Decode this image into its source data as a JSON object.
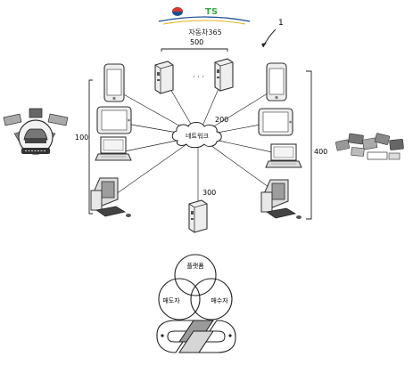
{
  "logo": {
    "caption": "자동차365"
  },
  "labels": {
    "figure_ref": "1",
    "sellers_group": "500",
    "ellipsis": "· · ·",
    "network_ref": "200",
    "network_text": "네트워크",
    "users_group": "100",
    "buyers_group": "400",
    "server_ref": "300"
  },
  "venn": {
    "top": "플랫폼",
    "left": "매도자",
    "right": "매수자"
  },
  "colors": {
    "line": "#222222",
    "stroke": "#333333",
    "fill_light": "#f2f2f2",
    "fill_mid": "#d6d6d6",
    "fill_dark": "#9a9a9a",
    "logo_blue": "#1d4f91",
    "logo_green": "#39a349",
    "logo_yellow": "#e3b322",
    "logo_red": "#d63a2f"
  }
}
